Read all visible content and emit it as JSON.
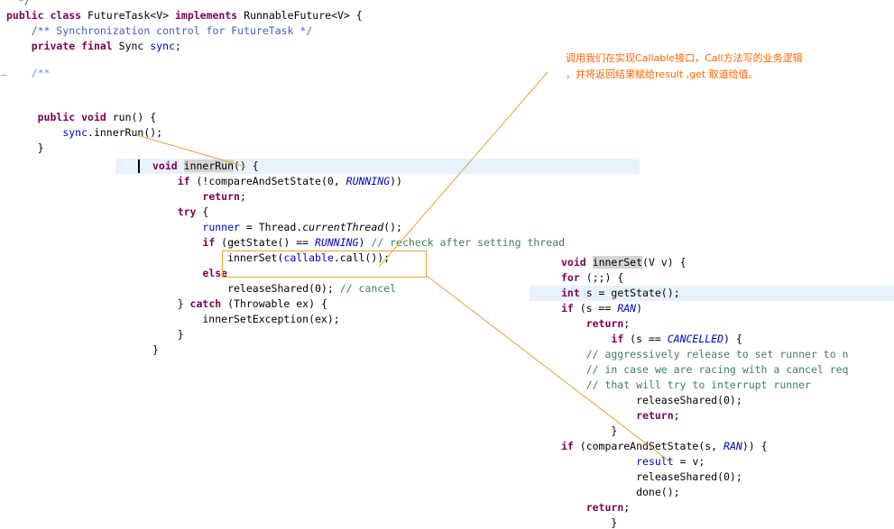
{
  "code_left": {
    "header": [
      "  */",
      "public class FutureTask<V> implements RunnableFuture<V> {",
      "    /** Synchronization control for FutureTask */",
      "    private final Sync sync;",
      "    /**"
    ],
    "run_method": [
      "     public void run() {",
      "         sync.innerRun();",
      "     }"
    ],
    "innerRun_method": [
      "void innerRun() {",
      "    if (!compareAndSetState(0, RUNNING))",
      "        return;",
      "    try {",
      "        runner = Thread.currentThread();",
      "        if (getState() == RUNNING) // recheck after setting thread",
      "            innerSet(callable.call());",
      "        else",
      "            releaseShared(0); // cancel",
      "    } catch (Throwable ex) {",
      "        innerSetException(ex);",
      "    }",
      "}"
    ]
  },
  "code_right": {
    "innerSet_method": [
      "void innerSet(V v) {",
      "for (;;) {",
      "int s = getState();",
      "if (s == RAN)",
      "    return;",
      "        if (s == CANCELLED) {",
      "    // aggressively release to set runner to n",
      "    // in case we are racing with a cancel req",
      "    // that will try to interrupt runner",
      "            releaseShared(0);",
      "            return;",
      "        }",
      "if (compareAndSetState(s, RAN)) {",
      "            result = v;",
      "            releaseShared(0);",
      "            done();",
      "    return;",
      "        }"
    ]
  },
  "annotation": {
    "line1": "调用我们在实现Callable接口，Call方法写的业务逻辑",
    "line2": "，并将返回结果赋给result ,get 取道给值。"
  },
  "colors": {
    "keyword": "#7f0055",
    "comment": "#3f7f5f",
    "javadoc": "#3f5fbf",
    "field": "#0000c0",
    "annotation": "#ff6600",
    "arrow": "#e8a13a",
    "current_line": "#e8f2fe",
    "occurrence": "#d4d4d4"
  }
}
